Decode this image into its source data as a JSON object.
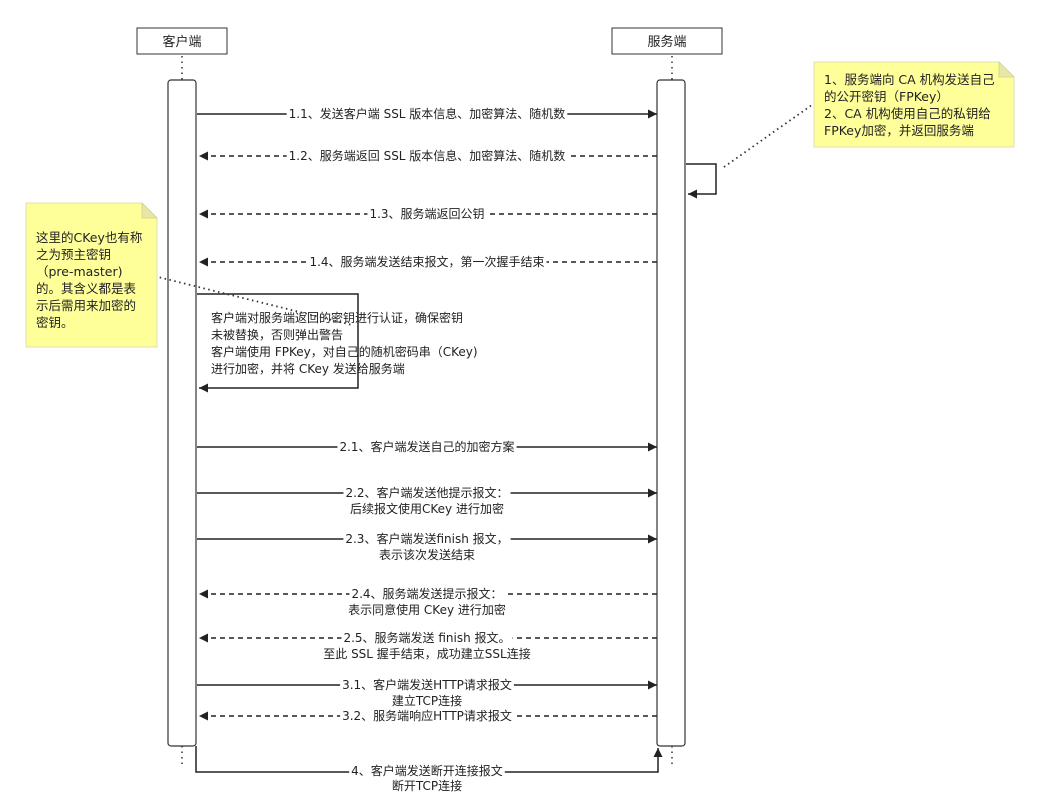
{
  "participants": {
    "client": "客户端",
    "server": "服务端"
  },
  "messages": [
    {
      "id": "m1_1",
      "lines": [
        "1.1、发送客户端 SSL 版本信息、加密算法、随机数"
      ],
      "from": "client",
      "to": "server",
      "style": "solid"
    },
    {
      "id": "m1_2",
      "lines": [
        "1.2、服务端返回 SSL 版本信息、加密算法、随机数"
      ],
      "from": "server",
      "to": "client",
      "style": "dashed"
    },
    {
      "id": "m1_3",
      "lines": [
        "1.3、服务端返回公钥"
      ],
      "from": "server",
      "to": "client",
      "style": "dashed"
    },
    {
      "id": "m1_4",
      "lines": [
        "1.4、服务端发送结束报文，第一次握手结束"
      ],
      "from": "server",
      "to": "client",
      "style": "dashed"
    },
    {
      "id": "m2_1",
      "lines": [
        "2.1、客户端发送自己的加密方案"
      ],
      "from": "client",
      "to": "server",
      "style": "solid"
    },
    {
      "id": "m2_2",
      "lines": [
        "2.2、客户端发送他提示报文：",
        "后续报文使用CKey 进行加密"
      ],
      "from": "client",
      "to": "server",
      "style": "solid"
    },
    {
      "id": "m2_3",
      "lines": [
        "2.3、客户端发送finish 报文，",
        "表示该次发送结束"
      ],
      "from": "client",
      "to": "server",
      "style": "solid"
    },
    {
      "id": "m2_4",
      "lines": [
        "2.4、服务端发送提示报文：",
        "表示同意使用 CKey 进行加密"
      ],
      "from": "server",
      "to": "client",
      "style": "dashed"
    },
    {
      "id": "m2_5",
      "lines": [
        "2.5、服务端发送 finish 报文。",
        "至此 SSL 握手结束，成功建立SSL连接"
      ],
      "from": "server",
      "to": "client",
      "style": "dashed"
    },
    {
      "id": "m3_1",
      "lines": [
        "3.1、客户端发送HTTP请求报文",
        "建立TCP连接"
      ],
      "from": "client",
      "to": "server",
      "style": "solid"
    },
    {
      "id": "m3_2",
      "lines": [
        "3.2、服务端响应HTTP请求报文"
      ],
      "from": "server",
      "to": "client",
      "style": "dashed"
    },
    {
      "id": "m4",
      "lines": [
        "4、客户端发送断开连接报文",
        "断开TCP连接"
      ],
      "from": "client",
      "to": "server",
      "style": "solid"
    }
  ],
  "self_messages": {
    "client": {
      "lines": [
        "客户端对服务端返回的密钥进行认证，确保密钥",
        "未被替换，否则弹出警告",
        "客户端使用 FPKey，对自己的随机密码串（CKey)",
        "进行加密，并将 CKey 发送给服务端"
      ]
    },
    "server": {
      "lines": []
    }
  },
  "notes": {
    "server": {
      "lines": [
        "1、服务端向 CA 机构发送自己",
        "的公开密钥（FPKey）",
        "2、CA 机构使用自己的私钥给",
        "FPKey加密，并返回服务端"
      ]
    },
    "client": {
      "lines": [
        "这里的CKey也有称",
        "之为预主密钥",
        "（pre-master)",
        "的。其含义都是表",
        "示后需用来加密的",
        "密钥。"
      ]
    }
  },
  "colors": {
    "line": "#222222",
    "note_fill": "#ffff99",
    "note_fold": "#e8e8a6",
    "box_border": "#333333"
  }
}
